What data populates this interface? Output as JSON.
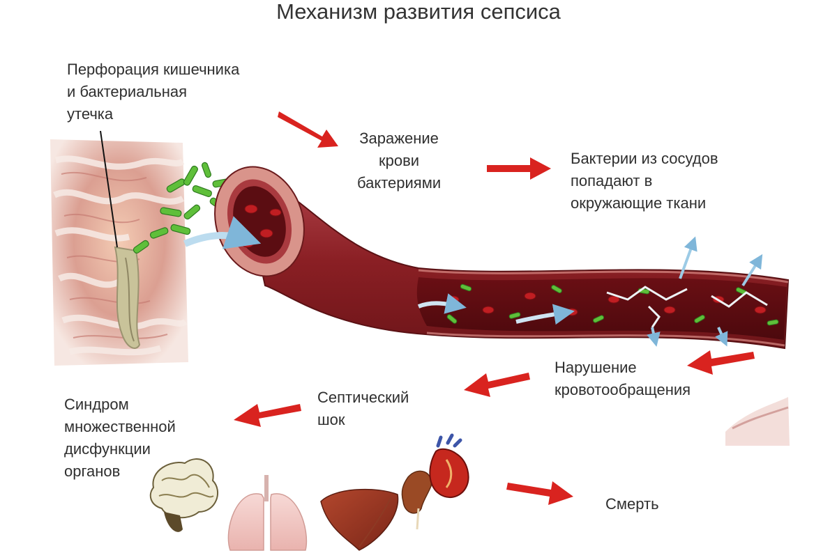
{
  "title": "Механизм развития сепсиса",
  "labels": {
    "perforation": [
      "Перфорация кишечника",
      "и бактериальная",
      "утечка"
    ],
    "blood_infection": [
      "Заражение",
      "крови",
      "бактериями"
    ],
    "bacteria_tissue": [
      "Бактерии из сосудов",
      "попадают в",
      "окружающие ткани"
    ],
    "circulation": [
      "Нарушение",
      "кровотообращения"
    ],
    "septic_shock": [
      "Септический",
      "шок"
    ],
    "mods": [
      "Синдром",
      "множественной",
      "дисфункции",
      "органов"
    ],
    "death": "Смерть"
  },
  "icons": {
    "arrows": "red-arrow-icon",
    "intestine": "intestine-illustration",
    "vessel": "blood-vessel-illustration",
    "brain": "brain-icon",
    "lungs": "lungs-icon",
    "liver": "liver-icon",
    "kidney": "kidney-icon",
    "heart": "heart-icon"
  },
  "colors": {
    "arrow": "#d9231f",
    "vessel": "#8e1f22",
    "vessel_wall": "#c9716a",
    "bacteria": "#5fbf3a",
    "text": "#2f2f2f"
  }
}
